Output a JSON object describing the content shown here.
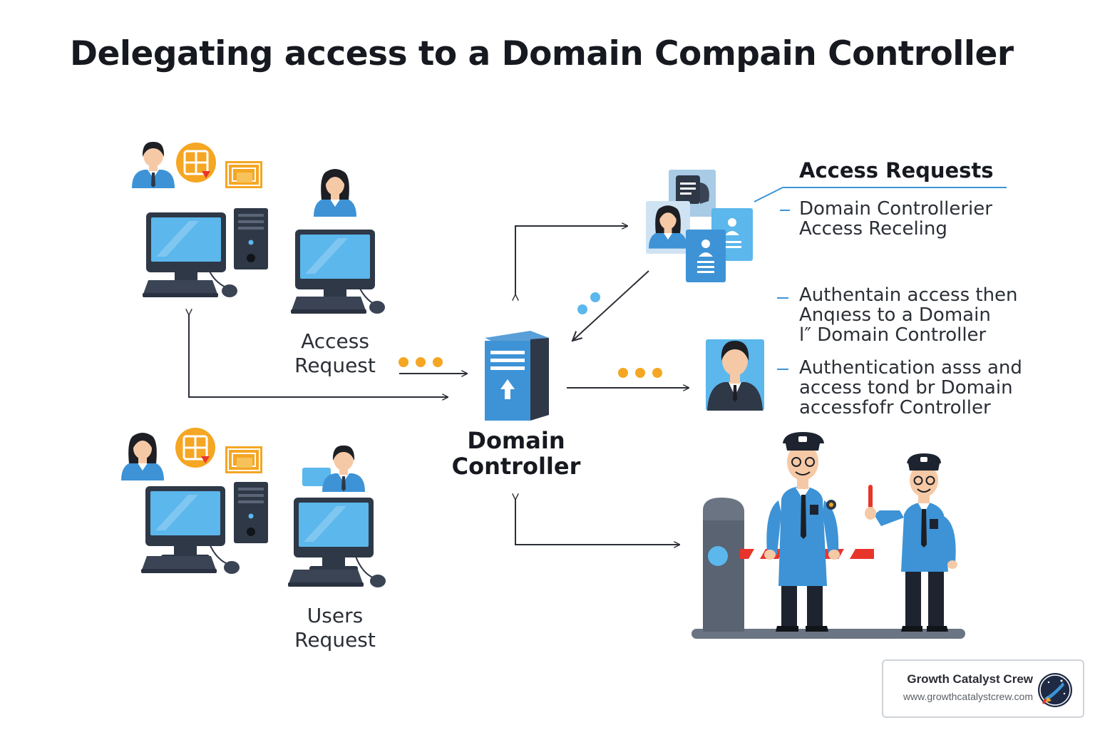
{
  "title": "Delegating access to a Domain Compain Controller",
  "labels": {
    "access_request": [
      "Access",
      "Request"
    ],
    "users_request": [
      "Users",
      "Request"
    ],
    "domain_controller": [
      "Domain",
      "Controller"
    ]
  },
  "panel": {
    "title": "Access Requests",
    "items": [
      [
        "Domain Controllerier",
        "Access Receling"
      ],
      [
        "Authentain access then",
        "Anqıess to a Domain",
        "l″ Domain Controller"
      ],
      [
        "Authentication asss and",
        "access tond br Domain",
        "accessfofr Controller"
      ]
    ]
  },
  "badge": {
    "name": "Growth Catalyst Crew",
    "url": "www.growthcatalystcrew.com"
  },
  "colors": {
    "accent_blue": "#3d93d6",
    "light_blue": "#5bb7ec",
    "navy": "#2e3847",
    "orange": "#f5a623",
    "red": "#e8352b"
  },
  "icons": [
    "person-icon",
    "window-icon",
    "folder-icon",
    "computer-icon",
    "server-icon",
    "id-card-icon",
    "barrier-gate-icon",
    "security-guard-icon",
    "arrow-icon"
  ]
}
